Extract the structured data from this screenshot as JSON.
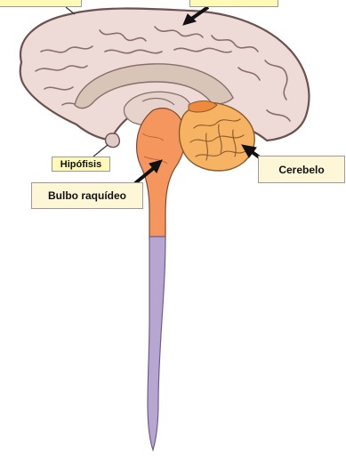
{
  "labels": {
    "hipofisis": "Hipófisis",
    "bulbo_raquideo": "Bulbo raquídeo",
    "cerebelo": "Cerebelo"
  },
  "colors": {
    "cerebrum": "#eedad6",
    "cerebrum_outline": "#6b5250",
    "brainstem": "#f5965e",
    "cerebellum": "#f7b364",
    "spinal_cord": "#b7a6d2",
    "label_fill": "#fff9b8",
    "arrow": "#111111"
  }
}
